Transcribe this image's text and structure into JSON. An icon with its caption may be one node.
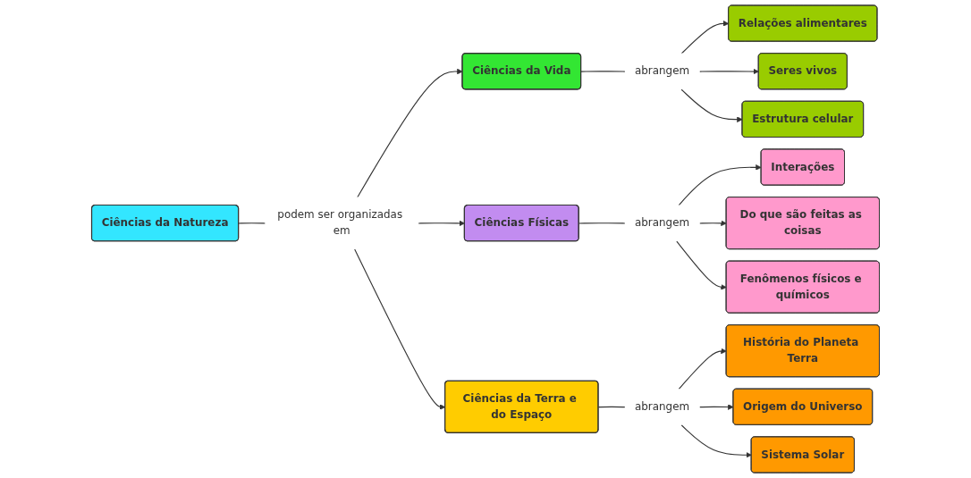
{
  "diagram": {
    "nodes": [
      {
        "text": [
          "Ciências da Natureza"
        ]
      },
      {
        "text": [
          "podem ser organizadas em"
        ]
      },
      {
        "text": [
          "Ciências da Vida"
        ]
      },
      {
        "text": [
          "Ciências Físicas"
        ]
      },
      {
        "text": [
          "Ciências da Terra e do Espaço"
        ]
      },
      {
        "text": [
          "abrangem"
        ]
      },
      {
        "text": [
          "Relações alimentares"
        ]
      },
      {
        "text": [
          "Seres vivos"
        ]
      },
      {
        "text": [
          "Estrutura celular"
        ]
      },
      {
        "text": [
          "abrangem"
        ]
      },
      {
        "text": [
          "Interações"
        ]
      },
      {
        "text": [
          "Do que são feitas as coisas"
        ]
      },
      {
        "text": [
          "Fenômenos físicos e químicos"
        ]
      },
      {
        "text": [
          "abrangem"
        ]
      },
      {
        "text": [
          "História do Planeta Terra"
        ]
      },
      {
        "text": [
          "Origem do Universo"
        ]
      },
      {
        "text": [
          "Sistema Solar"
        ]
      }
    ],
    "edges": [
      {
        "from": 0,
        "to": 1,
        "arrow": "none"
      },
      {
        "from": 1,
        "to": 2,
        "arrow": "to"
      },
      {
        "from": 1,
        "to": 3,
        "arrow": "to"
      },
      {
        "from": 1,
        "to": 4,
        "arrow": "to"
      },
      {
        "from": 2,
        "to": 5,
        "arrow": "none"
      },
      {
        "from": 5,
        "to": 6,
        "arrow": "to"
      },
      {
        "from": 5,
        "to": 7,
        "arrow": "to"
      },
      {
        "from": 5,
        "to": 8,
        "arrow": "to"
      },
      {
        "from": 3,
        "to": 9,
        "arrow": "none"
      },
      {
        "from": 9,
        "to": 10,
        "arrow": "to"
      },
      {
        "from": 9,
        "to": 11,
        "arrow": "to"
      },
      {
        "from": 9,
        "to": 12,
        "arrow": "to"
      },
      {
        "from": 4,
        "to": 13,
        "arrow": "none"
      },
      {
        "from": 13,
        "to": 14,
        "arrow": "to"
      },
      {
        "from": 13,
        "to": 15,
        "arrow": "to"
      },
      {
        "from": 13,
        "to": 16,
        "arrow": "to"
      }
    ]
  }
}
